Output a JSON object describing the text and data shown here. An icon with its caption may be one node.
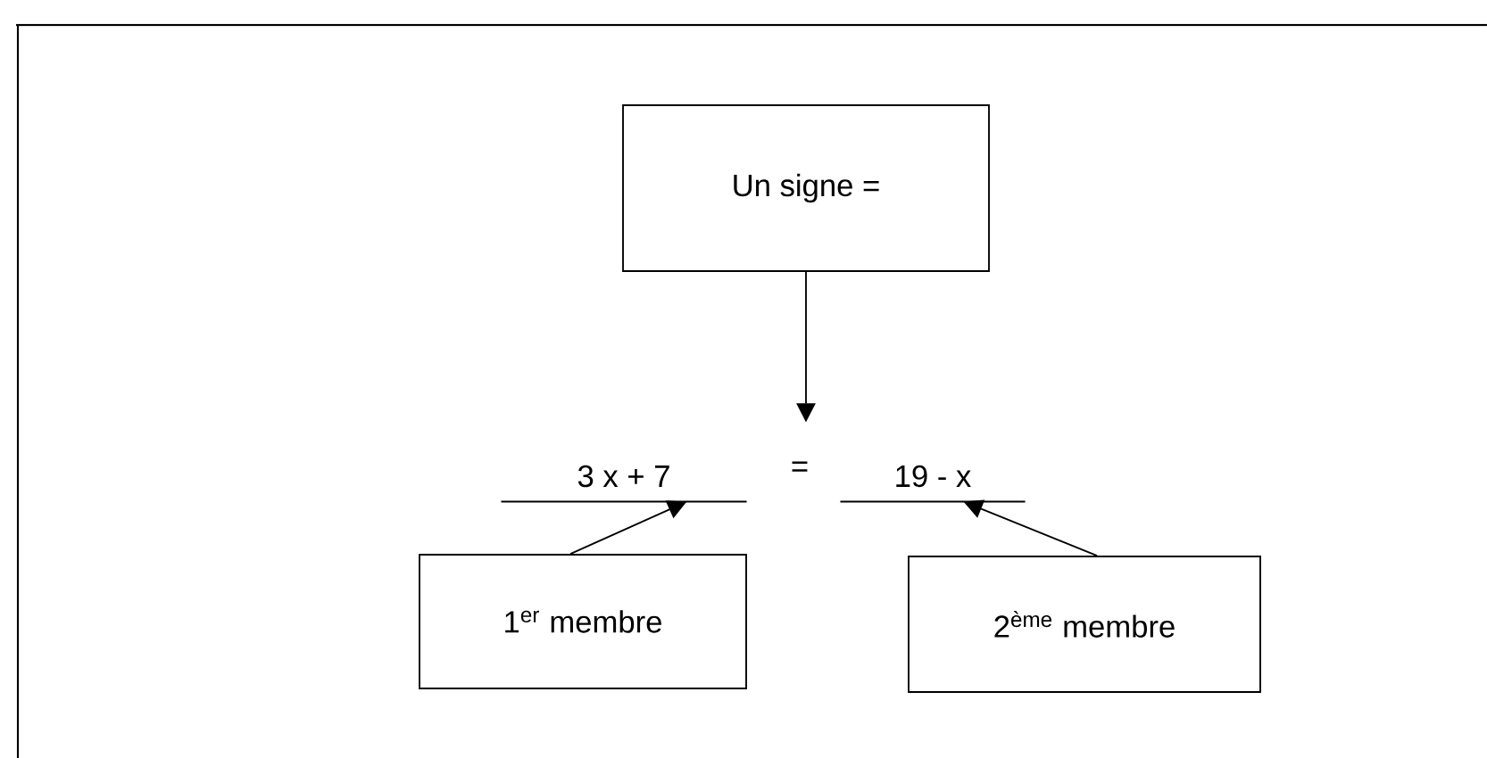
{
  "diagram": {
    "nodes": [
      {
        "text": [
          "Un signe ="
        ]
      },
      {
        "text": [
          "3 x + 7"
        ]
      },
      {
        "text": [
          "="
        ]
      },
      {
        "text": [
          "19 - x"
        ]
      },
      {
        "text": [
          "1$^{er}$ membre"
        ]
      },
      {
        "text": [
          "2$^{ème}$ membre"
        ]
      }
    ],
    "edges": [
      {
        "from": 0,
        "to": 2,
        "arrow": "to"
      },
      {
        "from": 4,
        "to": 1,
        "arrow": "to"
      },
      {
        "from": 5,
        "to": 3,
        "arrow": "to"
      }
    ]
  }
}
